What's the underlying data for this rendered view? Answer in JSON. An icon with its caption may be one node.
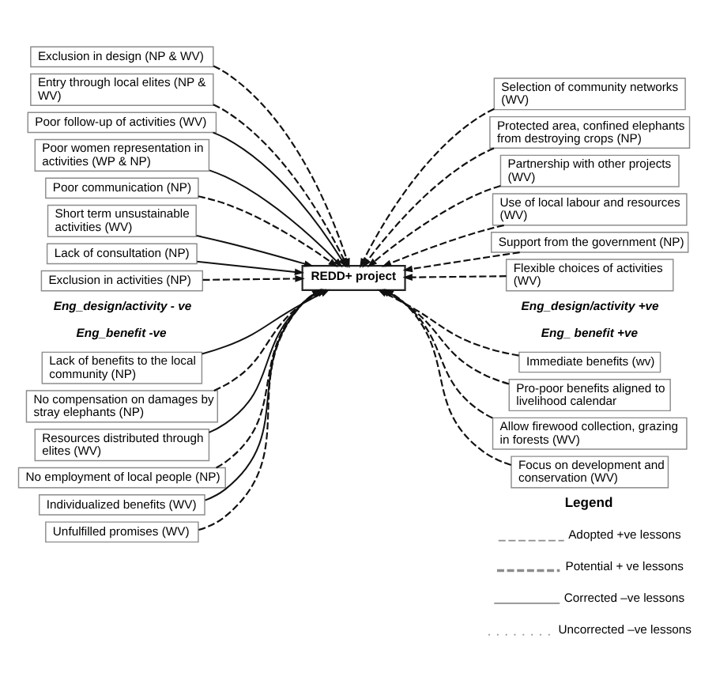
{
  "diagram": {
    "nodes": [
      {
        "text": [
          "Exclusion in design (NP & WV)"
        ]
      },
      {
        "text": [
          "Entry through local elites (NP & WV)"
        ]
      },
      {
        "text": [
          "Poor follow-up of activities (WV)"
        ]
      },
      {
        "text": [
          "Poor women representation in activities (WP & NP)"
        ]
      },
      {
        "text": [
          "Poor communication (NP)"
        ]
      },
      {
        "text": [
          "Short term unsustainable activities (WV)"
        ]
      },
      {
        "text": [
          "Lack of consultation (NP)"
        ]
      },
      {
        "text": [
          "Exclusion in activities (NP)"
        ]
      },
      {
        "text": [
          "Selection of community networks (WV)"
        ]
      },
      {
        "text": [
          "Protected area, confined elephants from destroying crops (NP)"
        ]
      },
      {
        "text": [
          "Partnership with other projects (WV)"
        ]
      },
      {
        "text": [
          "Use of local labour and resources (WV)"
        ]
      },
      {
        "text": [
          "Support from the government (NP)"
        ]
      },
      {
        "text": [
          "Flexible choices of activities (WV)"
        ]
      },
      {
        "text": [
          "REDD+ project"
        ]
      },
      {
        "text": [
          "Lack of benefits to the local community (NP)"
        ]
      },
      {
        "text": [
          "No compensation on damages by stray elephants (NP)"
        ]
      },
      {
        "text": [
          "Resources distributed through elites (WV)"
        ]
      },
      {
        "text": [
          "No employment of local people (NP)"
        ]
      },
      {
        "text": [
          "Individualized benefits (WV)"
        ]
      },
      {
        "text": [
          "Unfulfilled promises (WV)"
        ]
      },
      {
        "text": [
          "Immediate benefits (wv)"
        ]
      },
      {
        "text": [
          "Pro-poor benefits aligned to livelihood calendar"
        ]
      },
      {
        "text": [
          "Allow firewood collection, grazing in forests (WV)"
        ]
      },
      {
        "text": [
          "Focus on development and conservation (WV)"
        ]
      }
    ],
    "edges": [
      {
        "from": 0,
        "to": 14,
        "arrow": "to",
        "style": "dashed"
      },
      {
        "from": 1,
        "to": 14,
        "arrow": "to",
        "style": "dashed"
      },
      {
        "from": 2,
        "to": 14,
        "arrow": "to"
      },
      {
        "from": 3,
        "to": 14,
        "arrow": "to"
      },
      {
        "from": 4,
        "to": 14,
        "arrow": "to",
        "style": "dashed"
      },
      {
        "from": 5,
        "to": 14,
        "arrow": "to"
      },
      {
        "from": 6,
        "to": 14,
        "arrow": "to"
      },
      {
        "from": 7,
        "to": 14,
        "arrow": "to",
        "style": "dashed"
      },
      {
        "from": 8,
        "to": 14,
        "arrow": "to",
        "style": "dashed"
      },
      {
        "from": 9,
        "to": 14,
        "arrow": "to",
        "style": "dashed"
      },
      {
        "from": 10,
        "to": 14,
        "arrow": "to",
        "style": "dashed"
      },
      {
        "from": 11,
        "to": 14,
        "arrow": "to",
        "style": "dashed"
      },
      {
        "from": 12,
        "to": 14,
        "arrow": "to",
        "style": "dashed"
      },
      {
        "from": 13,
        "to": 14,
        "arrow": "to",
        "style": "dashed"
      },
      {
        "from": 15,
        "to": 14,
        "arrow": "to"
      },
      {
        "from": 16,
        "to": 14,
        "arrow": "to",
        "style": "dashed"
      },
      {
        "from": 17,
        "to": 14,
        "arrow": "to"
      },
      {
        "from": 18,
        "to": 14,
        "arrow": "to",
        "style": "dashed"
      },
      {
        "from": 19,
        "to": 14,
        "arrow": "to"
      },
      {
        "from": 20,
        "to": 14,
        "arrow": "to",
        "style": "dashed"
      },
      {
        "from": 21,
        "to": 14,
        "arrow": "to",
        "style": "dashed"
      },
      {
        "from": 22,
        "to": 14,
        "arrow": "to",
        "style": "dashed"
      },
      {
        "from": 23,
        "to": 14,
        "arrow": "to",
        "style": "dashed"
      },
      {
        "from": 24,
        "to": 14,
        "arrow": "to",
        "style": "dashed"
      }
    ],
    "labels": [
      "Eng_design/activity - ve",
      "Eng_design/activity +ve",
      "Eng_benefit -ve",
      "Eng_ benefit +ve",
      "Legend"
    ],
    "legend": [
      {
        "text": "Adopted +ve lessons"
      },
      {
        "text": "Potential + ve lessons"
      },
      {
        "text": "Corrected –ve lessons"
      },
      {
        "text": "Uncorrected –ve lessons"
      }
    ]
  }
}
